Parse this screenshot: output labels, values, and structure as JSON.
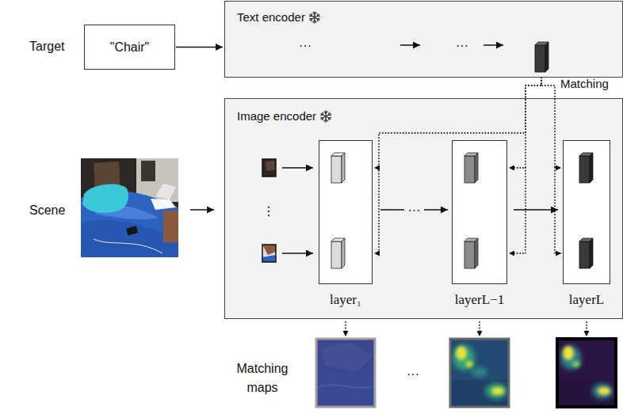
{
  "diagram": {
    "nodes": [
      {
        "text": [
          "\"Chair\""
        ]
      },
      {
        "text": [
          "Text encoder"
        ]
      },
      {
        "text": [
          "Image encoder"
        ]
      },
      {
        "text": [
          "layer₁"
        ],
        "in": 2
      },
      {
        "text": [
          "layerL−1"
        ],
        "in": 2
      },
      {
        "text": [
          "layerL"
        ],
        "in": 2
      }
    ],
    "edges": [
      {
        "from": 0,
        "to": 1,
        "arrow": "to"
      },
      {
        "from": 1,
        "to": 3,
        "arrow": "to"
      },
      {
        "from": 1,
        "to": 4,
        "arrow": "to"
      },
      {
        "from": 1,
        "to": 5,
        "arrow": "to"
      },
      {
        "from": 3,
        "to": 4,
        "arrow": "to",
        "label": "···"
      },
      {
        "from": 4,
        "to": 5,
        "arrow": "to"
      }
    ],
    "labels": [
      "Target",
      "···",
      "···",
      "Matching",
      "Scene",
      "⋮",
      "Matching maps",
      "···"
    ]
  }
}
